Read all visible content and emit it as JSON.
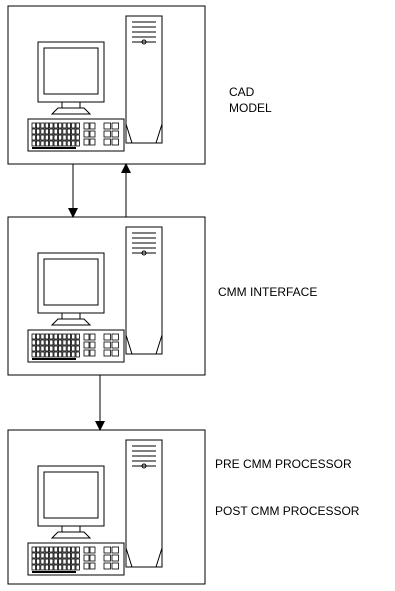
{
  "stations": [
    {
      "id": "cad",
      "labels": [
        "CAD",
        "MODEL"
      ]
    },
    {
      "id": "interface",
      "labels": [
        "CMM INTERFACE"
      ]
    },
    {
      "id": "processor",
      "labels": [
        "PRE CMM PROCESSOR",
        "POST CMM PROCESSOR"
      ]
    }
  ],
  "flows": [
    {
      "from": "cad",
      "to": "interface",
      "direction": "down"
    },
    {
      "from": "interface",
      "to": "cad",
      "direction": "up"
    },
    {
      "from": "interface",
      "to": "processor",
      "direction": "down"
    }
  ],
  "icons": [
    "computer-workstation-icon"
  ],
  "colors": {
    "line": "#000000",
    "background": "#ffffff"
  }
}
